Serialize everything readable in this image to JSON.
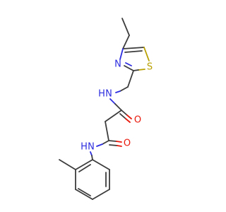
{
  "molecule": {
    "atoms": {
      "n_thiazole": "N",
      "s_thiazole": "S",
      "n_amide_top": "N",
      "h_amide_top": "H",
      "o_top": "O",
      "n_amide_bottom": "N",
      "h_amide_bottom": "H",
      "o_bottom": "O"
    },
    "colors": {
      "bond": "#3c3c3c",
      "nitrogen": "#2d2de0",
      "oxygen": "#e8190c",
      "sulfur": "#b8a000"
    }
  }
}
